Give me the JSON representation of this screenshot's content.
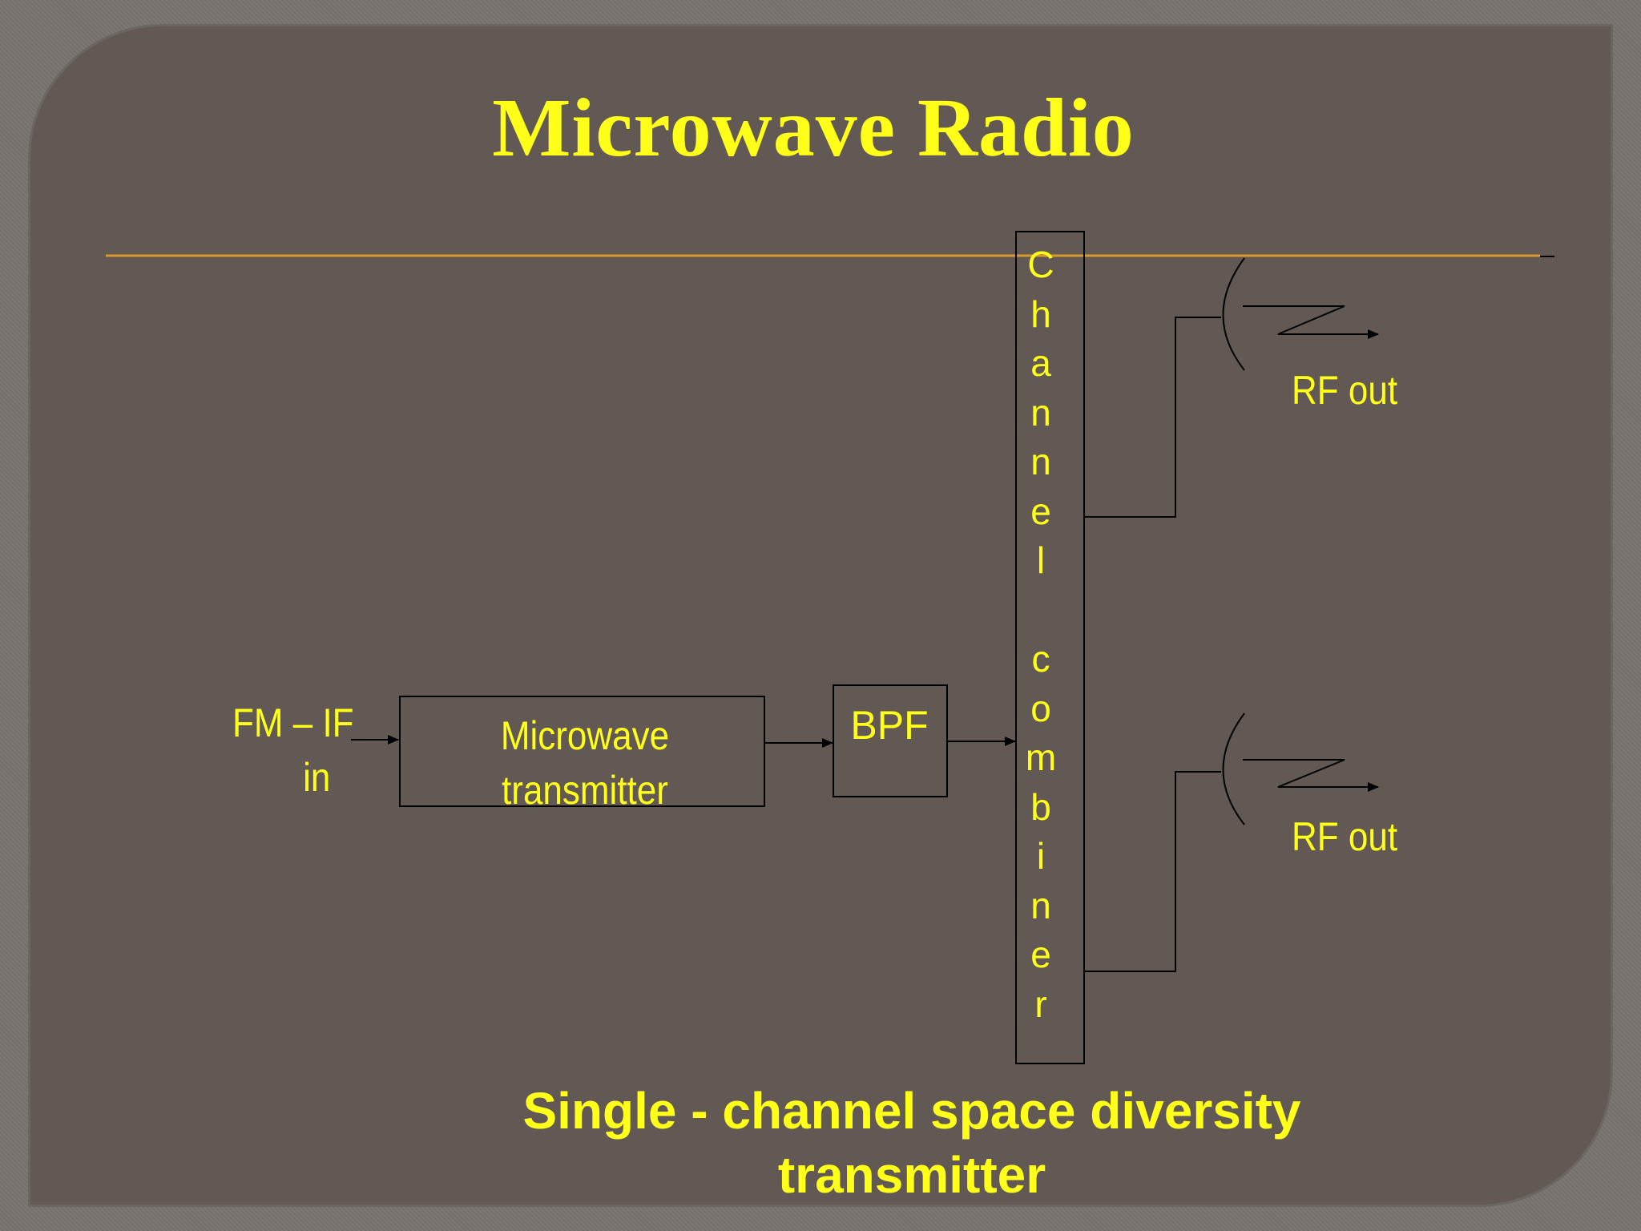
{
  "slide": {
    "title": "Microwave Radio",
    "caption_line1": "Single - channel space diversity",
    "caption_line2": "transmitter"
  },
  "diagram": {
    "input_label_line1": "FM – IF",
    "input_label_line2": "in",
    "transmitter_line1": "Microwave",
    "transmitter_line2": "transmitter",
    "filter": "BPF",
    "combiner_letters": [
      "C",
      "h",
      "a",
      "n",
      "n",
      "e",
      "l",
      " ",
      "c",
      "o",
      "m",
      "b",
      "i",
      "n",
      "e",
      "r"
    ],
    "output_top": "RF out",
    "output_bottom": "RF out"
  },
  "colors": {
    "text": "#ffff1a",
    "panel": "#625955",
    "rule": "#d89a2a",
    "lines": "#000000"
  },
  "icons": [
    "antenna-dish-icon",
    "zigzag-arrow-icon"
  ]
}
